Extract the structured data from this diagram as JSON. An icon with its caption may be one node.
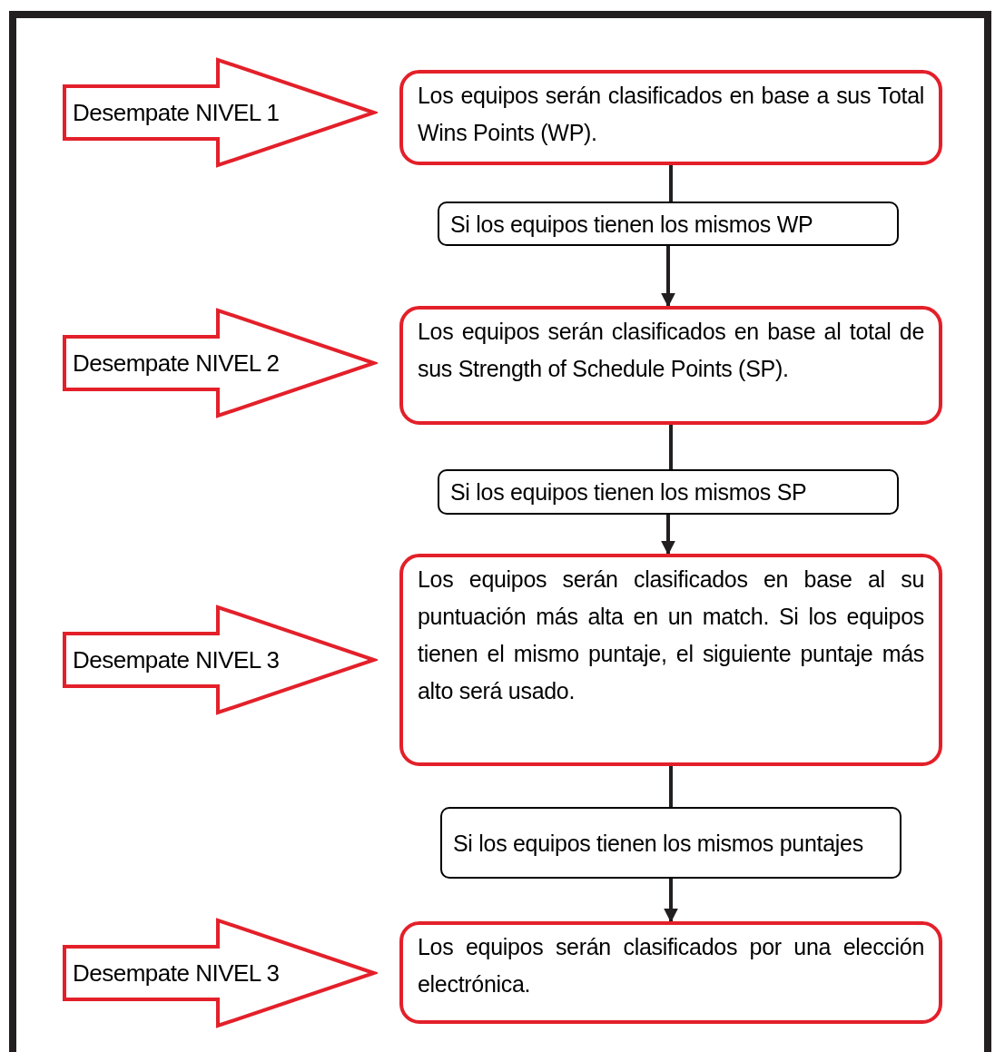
{
  "diagram": {
    "nodes": [
      {
        "text": [
          "Desempate NIVEL 1"
        ]
      },
      {
        "text": [
          "Los equipos serán clasificados en base a sus Total Wins Points (WP)."
        ]
      },
      {
        "text": [
          "Si los equipos tienen los mismos WP"
        ]
      },
      {
        "text": [
          "Desempate NIVEL 2"
        ]
      },
      {
        "text": [
          "Los equipos serán clasificados en base al total de sus Strength of Schedule Points (SP)."
        ]
      },
      {
        "text": [
          "Si los equipos tienen los mismos SP"
        ]
      },
      {
        "text": [
          "Desempate NIVEL 3"
        ]
      },
      {
        "text": [
          "Los equipos serán clasificados en base al su puntuación más alta en un match. Si los equipos tienen el mismo puntaje, el siguiente puntaje más alto será usado."
        ]
      },
      {
        "text": [
          "Si los equipos tienen los mismos puntajes"
        ]
      },
      {
        "text": [
          "Desempate NIVEL 3"
        ]
      },
      {
        "text": [
          "Los equipos serán clasificados por una elección electrónica."
        ]
      }
    ],
    "edges": [
      {
        "from": 1,
        "to": 2,
        "arrow": "none"
      },
      {
        "from": 2,
        "to": 4,
        "arrow": "to"
      },
      {
        "from": 4,
        "to": 5,
        "arrow": "none"
      },
      {
        "from": 5,
        "to": 7,
        "arrow": "to"
      },
      {
        "from": 7,
        "to": 8,
        "arrow": "none"
      },
      {
        "from": 8,
        "to": 10,
        "arrow": "to"
      }
    ]
  }
}
